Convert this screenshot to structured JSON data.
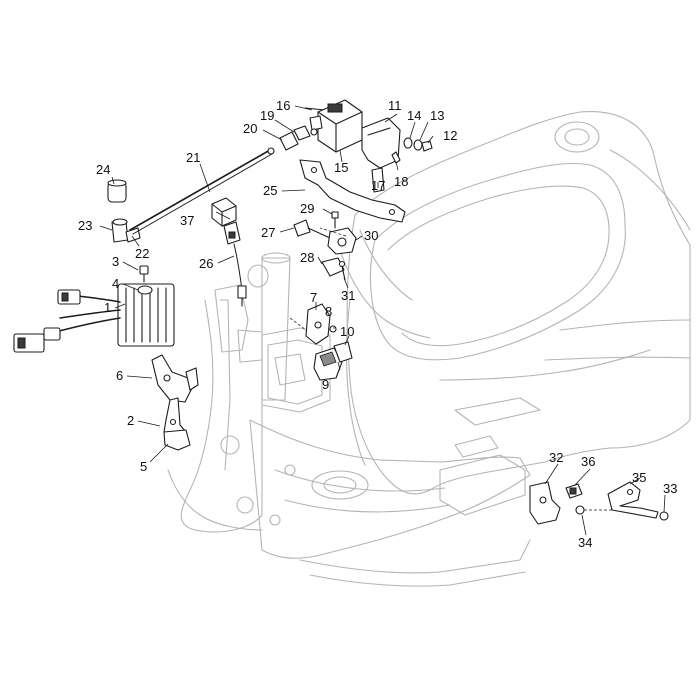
{
  "callouts": [
    {
      "id": "1",
      "text": "1"
    },
    {
      "id": "2",
      "text": "2"
    },
    {
      "id": "3",
      "text": "3"
    },
    {
      "id": "4",
      "text": "4"
    },
    {
      "id": "5",
      "text": "5"
    },
    {
      "id": "6",
      "text": "6"
    },
    {
      "id": "7",
      "text": "7"
    },
    {
      "id": "8",
      "text": "8"
    },
    {
      "id": "9",
      "text": "9"
    },
    {
      "id": "10",
      "text": "10"
    },
    {
      "id": "11",
      "text": "11"
    },
    {
      "id": "12",
      "text": "12"
    },
    {
      "id": "13",
      "text": "13"
    },
    {
      "id": "14",
      "text": "14"
    },
    {
      "id": "15",
      "text": "15"
    },
    {
      "id": "16",
      "text": "16"
    },
    {
      "id": "17",
      "text": "17"
    },
    {
      "id": "18",
      "text": "18"
    },
    {
      "id": "19",
      "text": "19"
    },
    {
      "id": "20",
      "text": "20"
    },
    {
      "id": "21",
      "text": "21"
    },
    {
      "id": "22",
      "text": "22"
    },
    {
      "id": "23",
      "text": "23"
    },
    {
      "id": "24",
      "text": "24"
    },
    {
      "id": "25",
      "text": "25"
    },
    {
      "id": "26",
      "text": "26"
    },
    {
      "id": "27",
      "text": "27"
    },
    {
      "id": "28",
      "text": "28"
    },
    {
      "id": "29",
      "text": "29"
    },
    {
      "id": "30",
      "text": "30"
    },
    {
      "id": "31",
      "text": "31"
    },
    {
      "id": "32",
      "text": "32"
    },
    {
      "id": "33",
      "text": "33"
    },
    {
      "id": "34",
      "text": "34"
    },
    {
      "id": "35",
      "text": "35"
    },
    {
      "id": "36",
      "text": "36"
    },
    {
      "id": "37",
      "text": "37"
    }
  ],
  "colors": {
    "background": "#ffffff",
    "frame_line": "#b4b4b4",
    "part_line": "#1c1c1c",
    "callout_text": "#111111"
  }
}
